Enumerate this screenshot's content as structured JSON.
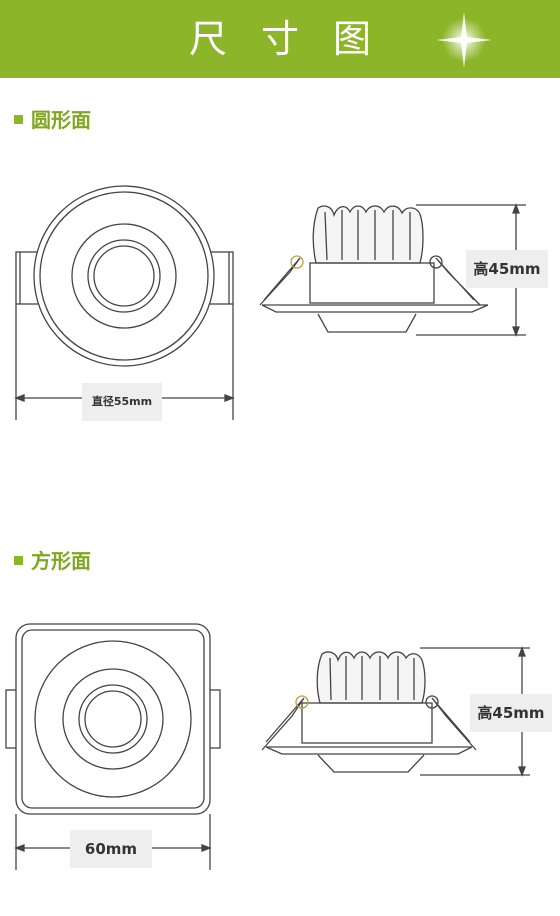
{
  "header": {
    "title": "尺寸图"
  },
  "sections": [
    {
      "title": "圆形面",
      "width_label": "直径55mm",
      "height_label": "高45mm"
    },
    {
      "title": "方形面",
      "width_label": "60mm",
      "height_label": "高45mm"
    }
  ]
}
